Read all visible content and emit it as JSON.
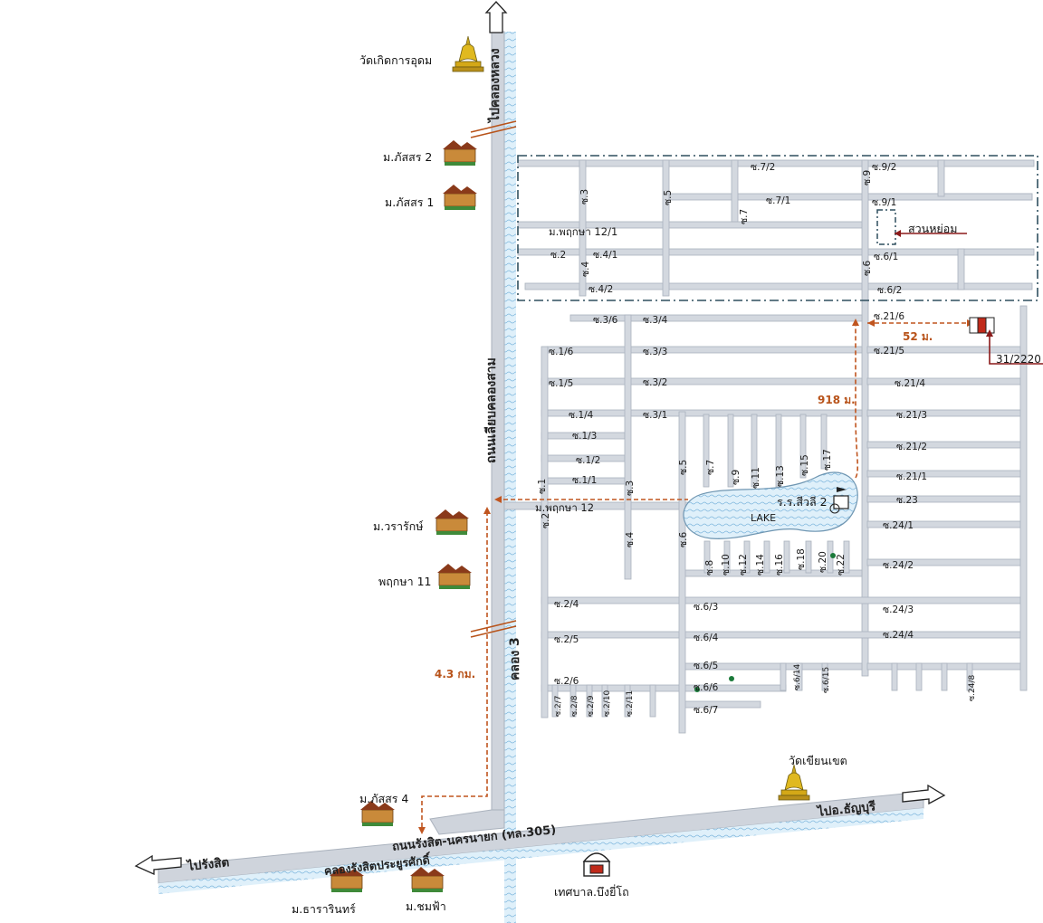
{
  "places": {
    "wat_koet": "วัดเกิดการอุดม",
    "wat_khian": "วัดเขียนเขต",
    "phatsorn2": "ม.ภัสสร 2",
    "phatsorn1": "ม.ภัสสร 1",
    "phatsorn4": "ม.ภัสสร 4",
    "wararak": "ม.วรารักษ์",
    "pruksa11": "พฤกษา 11",
    "tharin": "ม.ธารารินทร์",
    "chomfa": "ม.ชมฟ้า",
    "thetsaban": "เทศบาล.บึงยี่โถ",
    "suan": "สวนหย่อม",
    "school": "ร.ร.สีวลี 2",
    "lake": "LAKE",
    "house_no": "31/2220"
  },
  "roads": {
    "to_khlong_luang": "ไปคลองหลวง",
    "khlong3_side_road": "ถนนเลียบคลองสาม",
    "khlong3": "คลอง 3",
    "rangsit_nakhon_nayok": "ถนนรังสิต-นครนายก (ทล.305)",
    "khlong_rangsit": "คลองรังสิตประยูรศักดิ์",
    "to_rangsit": "ไปรังสิต",
    "to_thanyaburi": "ไปอ.ธัญบุรี",
    "pruksa12_1": "ม.พฤกษา 12/1",
    "pruksa12": "ม.พฤกษา 12"
  },
  "distances": {
    "d52": "52 ม.",
    "d918": "918 ม.",
    "d43": "4.3 กม."
  },
  "soi_h": {
    "s7_2": "ซ.7/2",
    "s9_2": "ซ.9/2",
    "s7_1": "ซ.7/1",
    "s9_1": "ซ.9/1",
    "s2": "ซ.2",
    "s4_1": "ซ.4/1",
    "s6_1": "ซ.6/1",
    "s4_2": "ซ.4/2",
    "s6_2": "ซ.6/2",
    "s3_6": "ซ.3/6",
    "s3_4": "ซ.3/4",
    "s21_6": "ซ.21/6",
    "s1_6": "ซ.1/6",
    "s3_3": "ซ.3/3",
    "s21_5": "ซ.21/5",
    "s1_5": "ซ.1/5",
    "s3_2": "ซ.3/2",
    "s21_4": "ซ.21/4",
    "s1_4": "ซ.1/4",
    "s3_1": "ซ.3/1",
    "s21_3": "ซ.21/3",
    "s1_3": "ซ.1/3",
    "s21_2": "ซ.21/2",
    "s1_2": "ซ.1/2",
    "s1_1": "ซ.1/1",
    "s21_1": "ซ.21/1",
    "s23": "ซ.23",
    "s24_1": "ซ.24/1",
    "s24_2": "ซ.24/2",
    "s2_4": "ซ.2/4",
    "s6_3": "ซ.6/3",
    "s24_3": "ซ.24/3",
    "s2_5": "ซ.2/5",
    "s6_4": "ซ.6/4",
    "s24_4": "ซ.24/4",
    "s6_5": "ซ.6/5",
    "s2_6": "ซ.2/6",
    "s6_6": "ซ.6/6",
    "s6_7": "ซ.6/7"
  },
  "soi_v": {
    "v3": "ซ.3",
    "v5": "ซ.5",
    "v7": "ซ.7",
    "v9": "ซ.9",
    "v4": "ซ.4",
    "v6": "ซ.6",
    "l1": "ซ.1",
    "l2": "ซ.2",
    "l3": "ซ.3",
    "l4": "ซ.4",
    "n5": "ซ.5",
    "n7": "ซ.7",
    "n9": "ซ.9",
    "n11": "ซ.11",
    "n13": "ซ.13",
    "n15": "ซ.15",
    "n17": "ซ.17",
    "p6": "ซ.6",
    "p8": "ซ.8",
    "p10": "ซ.10",
    "p12": "ซ.12",
    "p14": "ซ.14",
    "p16": "ซ.16",
    "p18": "ซ.18",
    "p20": "ซ.20",
    "p22": "ซ.22",
    "b2_7": "ซ.2/7",
    "b2_8": "ซ.2/8",
    "b2_9": "ซ.2/9",
    "b2_10": "ซ.2/10",
    "b2_11": "ซ.2/11",
    "b6_14": "ซ.6/14",
    "b6_15": "ซ.6/15",
    "b24_8": "ซ.24/8"
  },
  "colors": {
    "road": "#cfd4dc",
    "road_edge": "#aab2bd",
    "canal": "#c9e3f3",
    "route": "#c0551f",
    "boundary": "#2f4f5f",
    "house_red": "#c02a1a",
    "pointer": "#8b1a1a"
  }
}
